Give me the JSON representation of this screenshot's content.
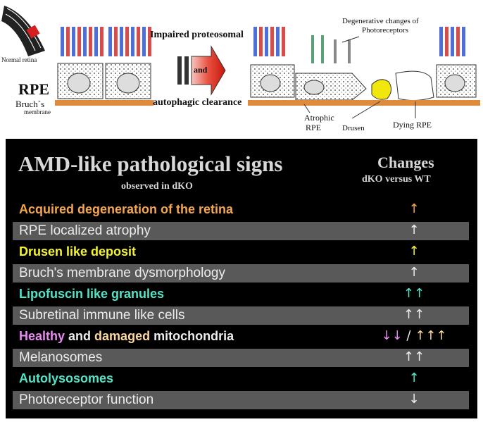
{
  "colors": {
    "orange": "#f6a64a",
    "yellow": "#f5f528",
    "cyan": "#52e4c7",
    "pink": "#e98af2",
    "peach": "#fad79a",
    "white": "#ececec",
    "drusen": "#f2e70c",
    "bruch": "#e08a3c",
    "arrow_red": "#e0281e"
  },
  "diagram": {
    "normal_retina": "Normal retina",
    "rpe": "RPE",
    "bruch_line1": "Bruch`s",
    "bruch_line2": "membrane",
    "impaired": "Impaired proteosomal",
    "and": "and",
    "autophagic": "autophagic clearance",
    "degenerative_line1": "Degenerative changes of",
    "degenerative_line2": "Photoreceptors",
    "atrophic_line1": "Atrophic",
    "atrophic_line2": "RPE",
    "drusen": "Drusen",
    "dying_rpe": "Dying RPE"
  },
  "table": {
    "title": "AMD-like pathological signs",
    "subtitle": "observed in dKO",
    "changes_header": "Changes",
    "changes_sub": "dKO versus WT",
    "rows": [
      {
        "parts": [
          {
            "text": "Acquired degeneration of the retina",
            "color": "#f6a64a"
          }
        ],
        "change": "↑",
        "change_color": "#f6a64a",
        "style": "bold",
        "bg": "black"
      },
      {
        "parts": [
          {
            "text": "RPE localized atrophy",
            "color": "#ececec"
          }
        ],
        "change": "↑",
        "change_color": "#ececec",
        "style": "plain",
        "bg": "gray"
      },
      {
        "parts": [
          {
            "text": "Drusen like deposit",
            "color": "#f5f528"
          }
        ],
        "change": "↑",
        "change_color": "#f5f528",
        "style": "bold",
        "bg": "black"
      },
      {
        "parts": [
          {
            "text": "Bruch's membrane dysmorphology",
            "color": "#ececec"
          }
        ],
        "change": "↑",
        "change_color": "#ececec",
        "style": "plain",
        "bg": "gray"
      },
      {
        "parts": [
          {
            "text": "Lipofuscin like granules",
            "color": "#52e4c7"
          }
        ],
        "change": "↑↑",
        "change_color": "#52e4c7",
        "style": "bold",
        "bg": "black"
      },
      {
        "parts": [
          {
            "text": "Subretinal immune like cells",
            "color": "#ececec"
          }
        ],
        "change": "↑↑",
        "change_color": "#ececec",
        "style": "plain",
        "bg": "gray"
      },
      {
        "parts": [
          {
            "text": "Healthy",
            "color": "#e98af2"
          },
          {
            "text": " and ",
            "color": "#ececec"
          },
          {
            "text": "damaged",
            "color": "#fad79a"
          },
          {
            "text": " mitochondria",
            "color": "#ececec"
          }
        ],
        "change_parts": [
          {
            "text": "↓↓",
            "color": "#e98af2"
          },
          {
            "text": " / ",
            "color": "#ececec"
          },
          {
            "text": "↑↑↑",
            "color": "#fad79a"
          }
        ],
        "style": "bold",
        "bg": "black"
      },
      {
        "parts": [
          {
            "text": "Melanosomes",
            "color": "#ececec"
          }
        ],
        "change": "↑↑",
        "change_color": "#ececec",
        "style": "plain",
        "bg": "gray"
      },
      {
        "parts": [
          {
            "text": "Autolysosomes",
            "color": "#52e4c7"
          }
        ],
        "change": "↑",
        "change_color": "#52e4c7",
        "style": "bold",
        "bg": "black"
      },
      {
        "parts": [
          {
            "text": "Photoreceptor function",
            "color": "#ececec"
          }
        ],
        "change": "↓",
        "change_color": "#ececec",
        "style": "plain",
        "bg": "gray"
      }
    ]
  }
}
